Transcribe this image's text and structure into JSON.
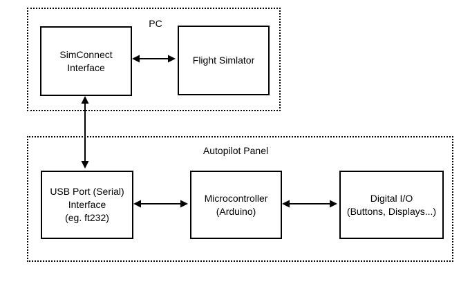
{
  "colors": {
    "line": "#000000",
    "text": "#000000",
    "background": "#ffffff"
  },
  "pc_group": {
    "label": "PC",
    "simconnect_box": {
      "line1": "SimConnect",
      "line2": "Interface"
    },
    "flight_sim_box": {
      "line1": "Flight Simlator"
    }
  },
  "autopilot_group": {
    "label": "Autopilot Panel",
    "usb_box": {
      "line1": "USB Port (Serial)",
      "line2": "Interface",
      "line3": "(eg. ft232)"
    },
    "micro_box": {
      "line1": "Microcontroller",
      "line2": "(Arduino)"
    },
    "digital_box": {
      "line1": "Digital I/O",
      "line2": "(Buttons, Displays...)"
    }
  }
}
